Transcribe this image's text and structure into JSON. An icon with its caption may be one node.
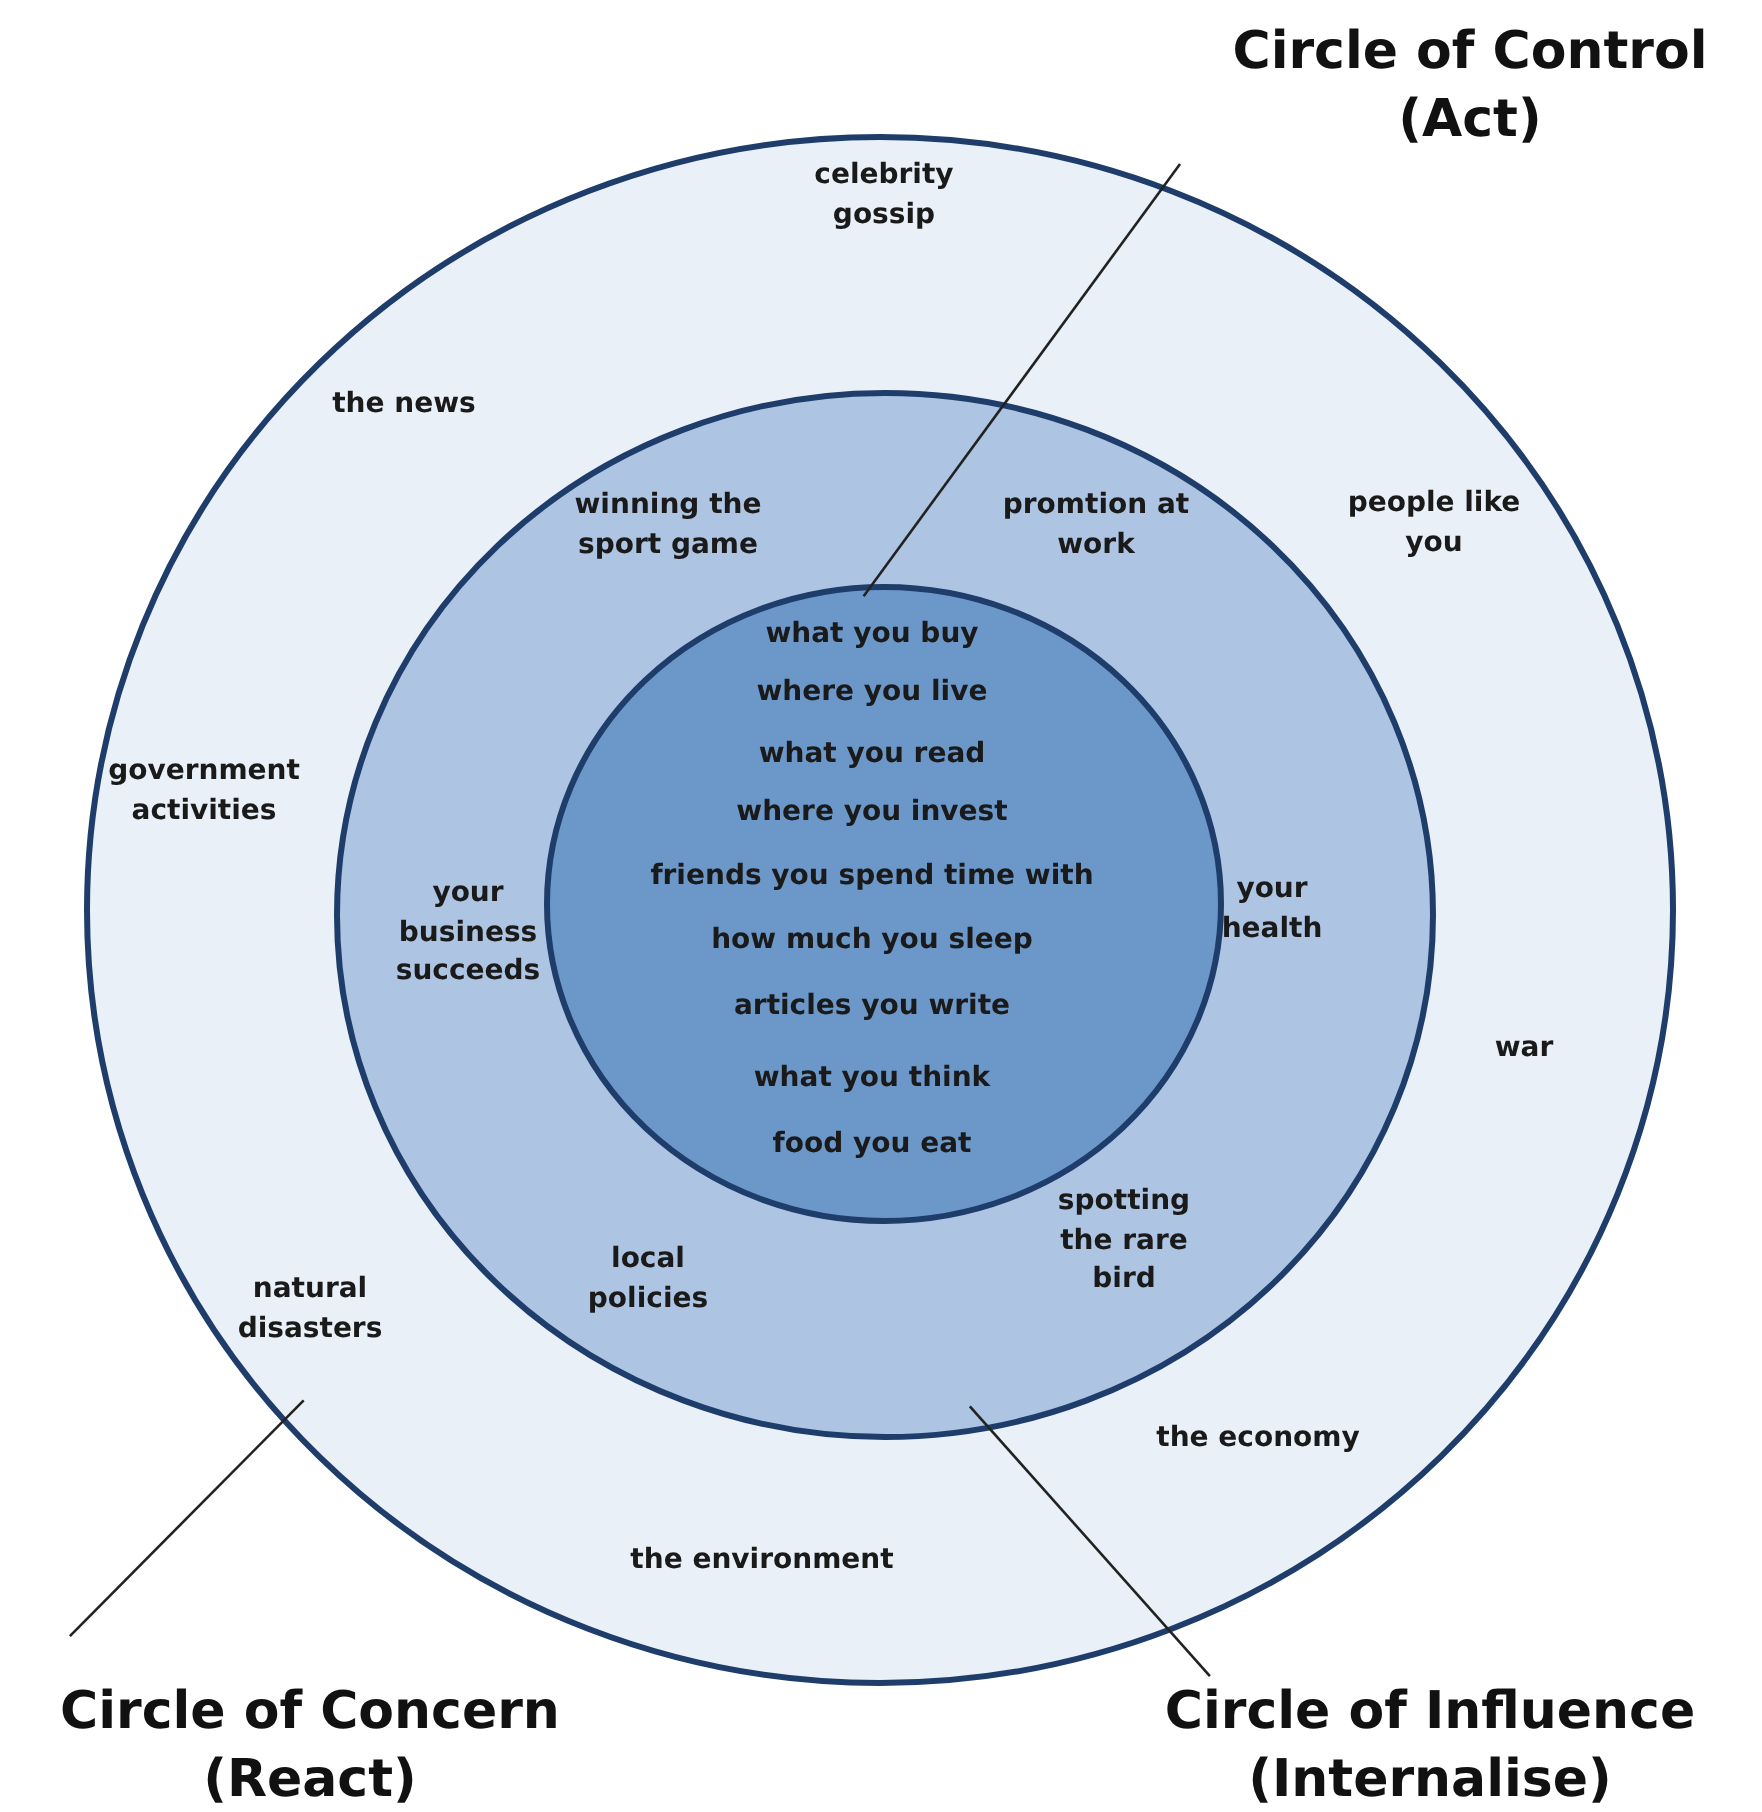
{
  "diagram": {
    "nodes": [
      {
        "text": [
          "celebrity gossip",
          "the news",
          "people like you",
          "government activities",
          "war",
          "natural disasters",
          "the economy",
          "the environment"
        ]
      },
      {
        "text": [
          "winning the sport game",
          "promtion at work",
          "your business succeeds",
          "your health",
          "local policies",
          "spotting the rare bird"
        ],
        "in": 0
      },
      {
        "text": [
          "what you buy",
          "where you live",
          "what you read",
          "where you invest",
          "friends you spend time with",
          "how much you sleep",
          "articles you write",
          "what you think",
          "food you eat"
        ],
        "in": 1
      },
      {
        "text": [
          "Circle of Control (Act)"
        ]
      },
      {
        "text": [
          "Circle of Concern (React)"
        ]
      },
      {
        "text": [
          "Circle of Influence (Internalise)"
        ]
      }
    ],
    "edges": [
      {
        "from": 3,
        "to": 2,
        "arrow": "none"
      },
      {
        "from": 4,
        "to": 0,
        "arrow": "none"
      },
      {
        "from": 5,
        "to": 1,
        "arrow": "none"
      }
    ]
  }
}
